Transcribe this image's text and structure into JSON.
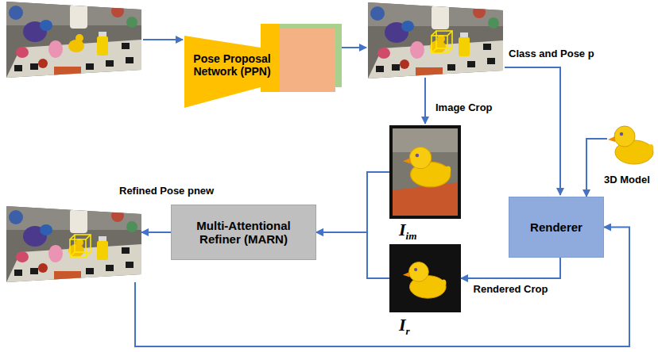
{
  "diagram": {
    "nodes": [
      {
        "text": [
          "Pose Proposal Network (PPN)"
        ]
      },
      {
        "text": [
          "3D Model"
        ]
      },
      {
        "text": [
          "Iim"
        ]
      },
      {
        "text": [
          "Refined Pose pnew"
        ]
      },
      {
        "text": [
          "Multi-Attentional Refiner (MARN)"
        ]
      },
      {
        "text": [
          "Renderer"
        ]
      },
      {
        "text": [
          "Ir"
        ]
      }
    ],
    "edges": [
      {
        "from": 2,
        "to": 4,
        "arrow": "to"
      },
      {
        "from": 6,
        "to": 4,
        "arrow": "to"
      },
      {
        "from": 4,
        "to": 3,
        "arrow": "to"
      },
      {
        "from": 1,
        "to": 5,
        "arrow": "to"
      },
      {
        "from": 5,
        "to": 6,
        "label": "Rendered Crop",
        "arrow": "to"
      },
      {
        "from": 3,
        "to": 5,
        "arrow": "to"
      }
    ],
    "labels": [
      "Class and Pose p",
      "Image Crop"
    ]
  }
}
